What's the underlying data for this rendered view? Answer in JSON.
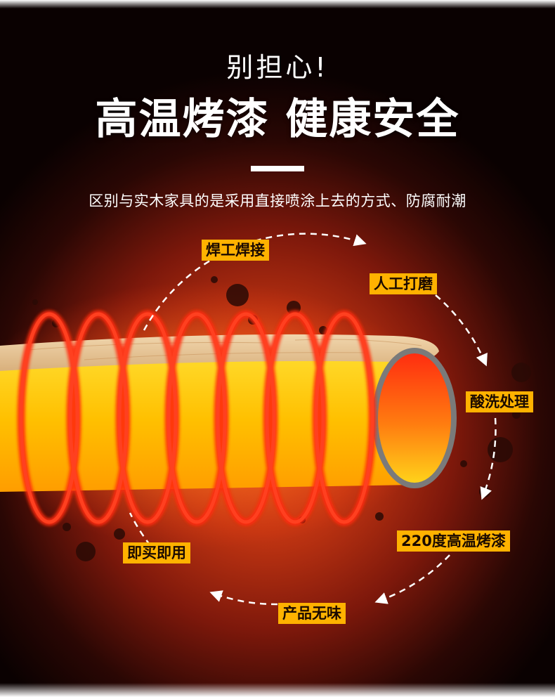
{
  "header": {
    "subtitle": "别担心!",
    "title": "高温烤漆 健康安全",
    "description": "区别与实木家具的是采用直接喷涂上去的方式、防腐耐潮"
  },
  "process_steps": [
    "焊工焊接",
    "人工打磨",
    "酸洗处理",
    "220度高温烤漆",
    "产品无味",
    "即买即用"
  ],
  "colors": {
    "label_bg": "#ffb200",
    "coil": "#ff2a10",
    "tube": "#ffc400",
    "wood": "#e7c79b"
  }
}
